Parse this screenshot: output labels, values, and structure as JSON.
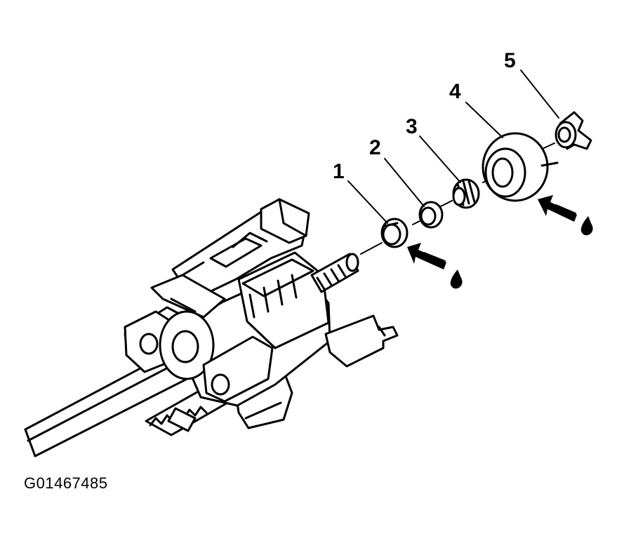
{
  "callouts": [
    {
      "id": "1",
      "label": "1"
    },
    {
      "id": "2",
      "label": "2"
    },
    {
      "id": "3",
      "label": "3"
    },
    {
      "id": "4",
      "label": "4"
    },
    {
      "id": "5",
      "label": "5"
    }
  ],
  "figure_id": "G01467485",
  "icons": {
    "lubricant_arrow": "arrow-with-drop-icon"
  }
}
